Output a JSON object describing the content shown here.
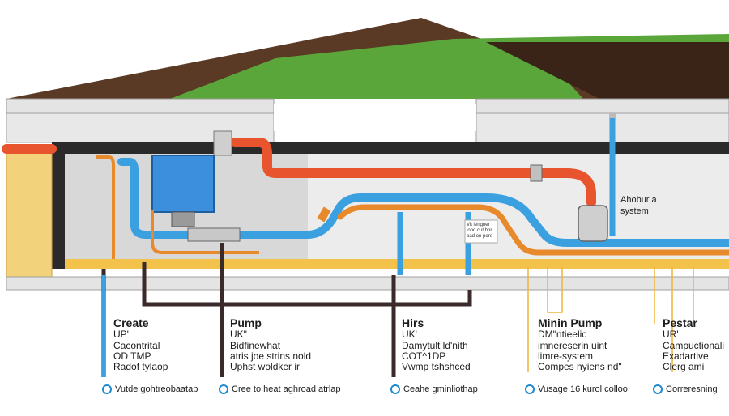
{
  "colors": {
    "hot_pipe": "#e8542e",
    "cold_pipe": "#3aa0e0",
    "drain_pipe": "#e88a2c",
    "dark_pipe": "#3a2a2a",
    "grass": "#5aa63a",
    "soil": "#5a3a24",
    "slab": "#dcdcdc",
    "tank": "#3b8fdc"
  },
  "notes": {
    "system": "Ahobur a system",
    "small_sign": [
      "Vit lengner",
      "lood cut hor",
      "bad on pore"
    ]
  },
  "columns": [
    {
      "title": "Create",
      "lines": [
        "UP'",
        "Cacontrital",
        "OD TMP",
        "Radof tylaop"
      ],
      "footer": "Vutde gohtreobaatap"
    },
    {
      "title": "Pump",
      "lines": [
        "UK\"",
        "Bidfinewhat",
        "atris joe strins nold",
        "Uphst woldker ir"
      ],
      "footer": "Cree to heat aghroad atrlap"
    },
    {
      "title": "Hirs",
      "lines": [
        "UK'",
        "Damytult ld'nith",
        "COT^1DP",
        "Vwmp tshshced"
      ],
      "footer": "Ceahe gminliothap"
    },
    {
      "title": "Minin Pump",
      "lines": [
        "DM\"ntieelic",
        "imnereserin uint",
        "limre-system",
        "Compes nyiens nd\""
      ],
      "footer": "Vusage 16 kurol colloo"
    },
    {
      "title": "Pestar",
      "lines": [
        "UR'",
        "Campuctionali",
        "Exadartive",
        "Clerg ami"
      ],
      "footer": "Correresning"
    }
  ]
}
